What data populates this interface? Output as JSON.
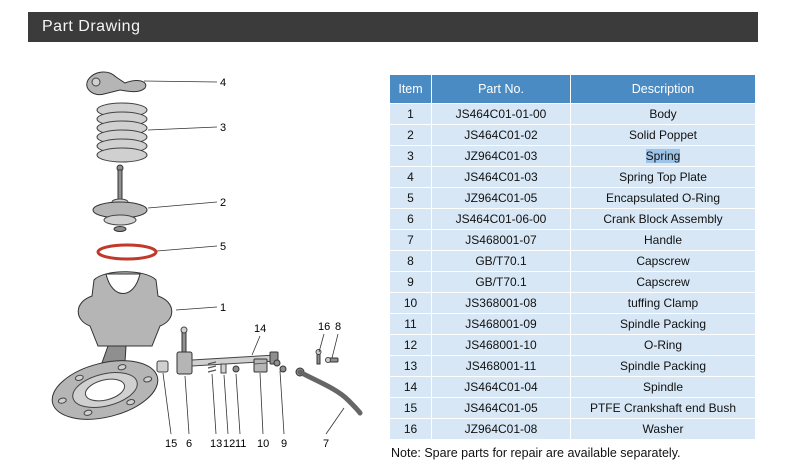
{
  "header": {
    "title": "Part Drawing"
  },
  "table": {
    "columns": [
      "Item",
      "Part No.",
      "Description"
    ],
    "rows": [
      {
        "item": "1",
        "part_no": "JS464C01-01-00",
        "description": "Body",
        "highlight": false
      },
      {
        "item": "2",
        "part_no": "JS464C01-02",
        "description": "Solid Poppet",
        "highlight": false
      },
      {
        "item": "3",
        "part_no": "JZ964C01-03",
        "description": "Spring",
        "highlight": true
      },
      {
        "item": "4",
        "part_no": "JS464C01-03",
        "description": "Spring Top Plate",
        "highlight": false
      },
      {
        "item": "5",
        "part_no": "JZ964C01-05",
        "description": "Encapsulated O-Ring",
        "highlight": false
      },
      {
        "item": "6",
        "part_no": "JS464C01-06-00",
        "description": "Crank Block Assembly",
        "highlight": false
      },
      {
        "item": "7",
        "part_no": "JS468001-07",
        "description": "Handle",
        "highlight": false
      },
      {
        "item": "8",
        "part_no": "GB/T70.1",
        "description": "Capscrew",
        "highlight": false
      },
      {
        "item": "9",
        "part_no": "GB/T70.1",
        "description": "Capscrew",
        "highlight": false
      },
      {
        "item": "10",
        "part_no": "JS368001-08",
        "description": "tuffing Clamp",
        "highlight": false
      },
      {
        "item": "11",
        "part_no": "JS468001-09",
        "description": "Spindle Packing",
        "highlight": false
      },
      {
        "item": "12",
        "part_no": "JS468001-10",
        "description": "O-Ring",
        "highlight": false
      },
      {
        "item": "13",
        "part_no": "JS468001-11",
        "description": "Spindle Packing",
        "highlight": false
      },
      {
        "item": "14",
        "part_no": "JS464C01-04",
        "description": "Spindle",
        "highlight": false
      },
      {
        "item": "15",
        "part_no": "JS464C01-05",
        "description": "PTFE Crankshaft end Bush",
        "highlight": false
      },
      {
        "item": "16",
        "part_no": "JZ964C01-08",
        "description": "Washer",
        "highlight": false
      }
    ]
  },
  "note": "Note: Spare parts for repair are available separately.",
  "diagram": {
    "labels": {
      "p1": "1",
      "p2": "2",
      "p3": "3",
      "p4": "4",
      "p5": "5",
      "p6": "6",
      "p7": "7",
      "p8": "8",
      "p9": "9",
      "p10": "10",
      "p11": "11",
      "p12": "12",
      "p13": "13",
      "p14": "14",
      "p15": "15",
      "p16": "16"
    }
  },
  "colors": {
    "titlebar_bg": "#3b3b3b",
    "header_blue": "#4a8bc4",
    "row_blue": "#d7e7f5",
    "highlight_blue": "#9dc3e6",
    "oring_red": "#c0392b"
  }
}
